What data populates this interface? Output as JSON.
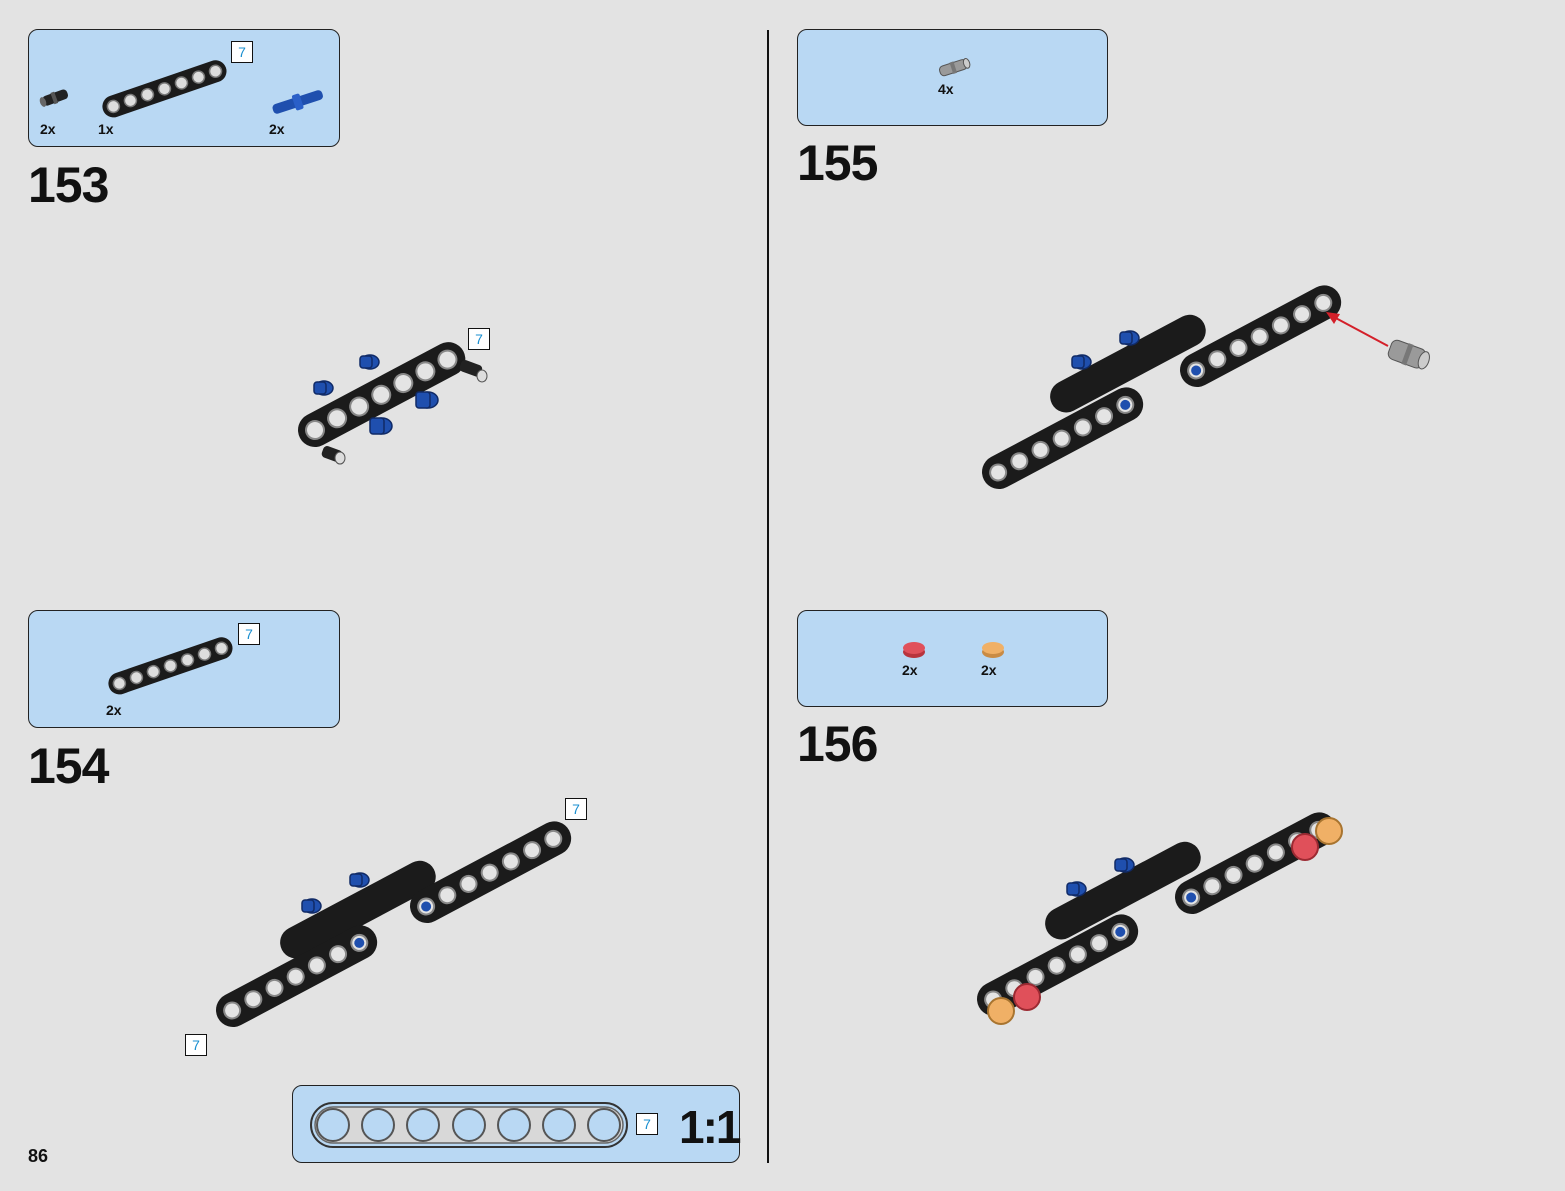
{
  "page_number": "86",
  "colors": {
    "background": "#e3e3e3",
    "parts_box": "#b9d8f3",
    "beam": "#1b1b1b",
    "pin_blue": "#1f4fae",
    "pin_black": "#222222",
    "pin_gray": "#9a9a9a",
    "tile_red": "#e0505a",
    "tile_orange": "#f0b066",
    "arrow_red": "#d4202a",
    "length_tag_text": "#1a8fd0"
  },
  "steps": [
    {
      "number": "153",
      "parts": [
        {
          "icon": "black-pin-icon",
          "qty": "2x"
        },
        {
          "icon": "beam-7-icon",
          "qty": "1x",
          "length": "7"
        },
        {
          "icon": "blue-axle-pin-icon",
          "qty": "2x"
        }
      ],
      "callouts": [
        "7"
      ]
    },
    {
      "number": "154",
      "parts": [
        {
          "icon": "beam-7-icon",
          "qty": "2x",
          "length": "7"
        }
      ],
      "callouts": [
        "7",
        "7"
      ]
    },
    {
      "number": "155",
      "parts": [
        {
          "icon": "gray-pin-icon",
          "qty": "4x"
        }
      ],
      "callouts": []
    },
    {
      "number": "156",
      "parts": [
        {
          "icon": "red-round-tile-icon",
          "qty": "2x"
        },
        {
          "icon": "orange-round-tile-icon",
          "qty": "2x"
        }
      ],
      "callouts": []
    }
  ],
  "scale_box": {
    "length": "7",
    "ratio": "1:1"
  }
}
